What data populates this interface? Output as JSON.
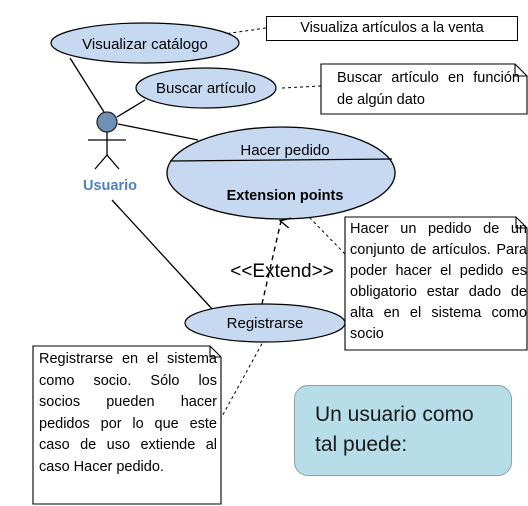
{
  "actor": {
    "label": "Usuario"
  },
  "use_cases": {
    "visualizar": "Visualizar catálogo",
    "buscar": "Buscar artículo",
    "hacer_pedido": "Hacer pedido",
    "extension_points": "Extension points",
    "registrarse": "Registrarse"
  },
  "relations": {
    "extend": "<<Extend>>"
  },
  "notes": {
    "visualiza": "Visualiza artículos a la venta",
    "buscar": "Buscar artículo en función de algún dato",
    "hacer_pedido": "Hacer un pedido de un conjunto de artículos. Para poder hacer el pedido es obligatorio estar dado de alta en el sistema como socio",
    "registrarse": "Registrarse en el sistema como socio. Sólo los socios pueden hacer pedidos por lo que este caso de uso extiende al caso Hacer pedido."
  },
  "callout": "Un usuario como tal puede:",
  "colors": {
    "use_case_fill": "#c6d9f1",
    "actor_head": "#6f8fb7",
    "actor_label": "#4f81bd",
    "callout_fill": "#b7dde8"
  }
}
